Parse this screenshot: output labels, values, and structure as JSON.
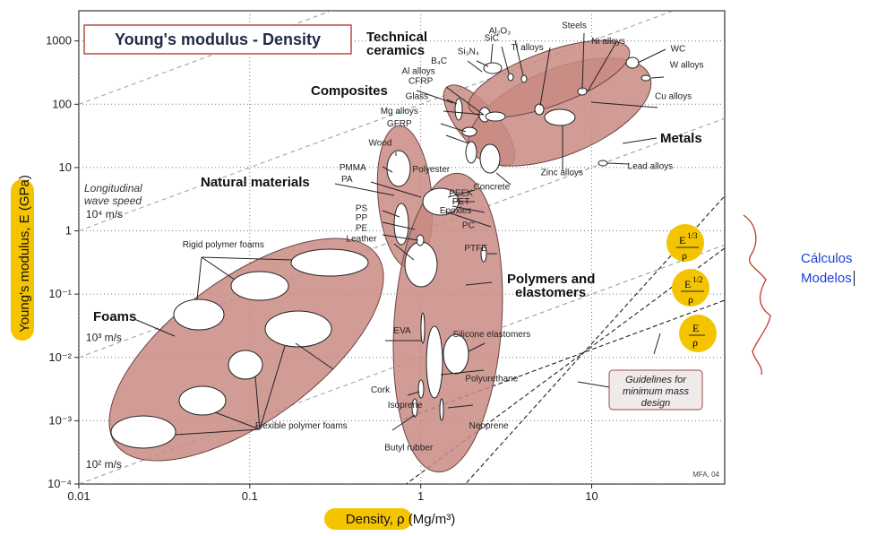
{
  "chart_data": {
    "type": "scatter",
    "title": "Young's modulus - Density",
    "xlabel": "Density, ρ (Mg/m³)",
    "ylabel": "Young's modulus, E (GPa)",
    "x_scale": "log",
    "y_scale": "log",
    "xlim": [
      0.01,
      60
    ],
    "ylim": [
      0.0001,
      3000
    ],
    "grid": true,
    "x_ticks": [
      "0.01",
      "0.1",
      "1",
      "10"
    ],
    "y_ticks": [
      "10⁻⁴",
      "10⁻³",
      "10⁻²",
      "10⁻¹",
      "1",
      "10",
      "100",
      "1000"
    ],
    "families": [
      {
        "name": "Foams",
        "color": "#c98b84"
      },
      {
        "name": "Natural materials",
        "color": "#c98b84"
      },
      {
        "name": "Polymers and elastomers",
        "color": "#c98b84"
      },
      {
        "name": "Composites",
        "color": "#c98b84"
      },
      {
        "name": "Technical ceramics",
        "color": "#c98b84"
      },
      {
        "name": "Metals",
        "color": "#c98b84"
      }
    ],
    "labels": [
      {
        "text": "Al₂O₃",
        "density": 2.9,
        "modulus": 1300
      },
      {
        "text": "Steels",
        "density": 7.9,
        "modulus": 1600
      },
      {
        "text": "SiC",
        "density": 2.6,
        "modulus": 1000
      },
      {
        "text": "Ni alloys",
        "density": 12.5,
        "modulus": 900
      },
      {
        "text": "Si₃N₄",
        "density": 1.9,
        "modulus": 620
      },
      {
        "text": "Ti alloys",
        "density": 4.2,
        "modulus": 720
      },
      {
        "text": "WC",
        "density": 32,
        "modulus": 680
      },
      {
        "text": "B₄C",
        "density": 1.28,
        "modulus": 440
      },
      {
        "text": "W alloys",
        "density": 36,
        "modulus": 380
      },
      {
        "text": "Al alloys",
        "density": 0.97,
        "modulus": 300
      },
      {
        "text": "CFRP",
        "density": 1.0,
        "modulus": 210
      },
      {
        "text": "Glass",
        "density": 0.95,
        "modulus": 120
      },
      {
        "text": "Cu alloys",
        "density": 30,
        "modulus": 120
      },
      {
        "text": "Mg alloys",
        "density": 0.75,
        "modulus": 70
      },
      {
        "text": "GFRP",
        "density": 0.75,
        "modulus": 45
      },
      {
        "text": "Wood",
        "density": 0.58,
        "modulus": 22
      },
      {
        "text": "PMMA",
        "density": 0.4,
        "modulus": 9
      },
      {
        "text": "Polyester",
        "density": 1.15,
        "modulus": 8.5
      },
      {
        "text": "Zinc alloys",
        "density": 6.7,
        "modulus": 7.5
      },
      {
        "text": "Lead alloys",
        "density": 22,
        "modulus": 9.5
      },
      {
        "text": "Concrete",
        "density": 2.6,
        "modulus": 4.5
      },
      {
        "text": "PA",
        "density": 0.37,
        "modulus": 5.9
      },
      {
        "text": "PEEK",
        "density": 1.72,
        "modulus": 3.6
      },
      {
        "text": "PET",
        "density": 1.72,
        "modulus": 2.6
      },
      {
        "text": "Epoxies",
        "density": 1.6,
        "modulus": 1.9
      },
      {
        "text": "PS",
        "density": 0.45,
        "modulus": 2.05
      },
      {
        "text": "PP",
        "density": 0.45,
        "modulus": 1.45
      },
      {
        "text": "PC",
        "density": 1.9,
        "modulus": 1.1
      },
      {
        "text": "PE",
        "density": 0.45,
        "modulus": 1.0
      },
      {
        "text": "Leather",
        "density": 0.45,
        "modulus": 0.68
      },
      {
        "text": "PTFE",
        "density": 2.1,
        "modulus": 0.48
      },
      {
        "text": "Rigid polymer foams",
        "density": 0.07,
        "modulus": 0.55
      },
      {
        "text": "EVA",
        "density": 0.78,
        "modulus": 0.024
      },
      {
        "text": "Silicone elastomers",
        "density": 2.6,
        "modulus": 0.021
      },
      {
        "text": "Cork",
        "density": 0.58,
        "modulus": 0.0028
      },
      {
        "text": "Polyurethane",
        "density": 2.6,
        "modulus": 0.0042
      },
      {
        "text": "Isoprene",
        "density": 0.81,
        "modulus": 0.0016
      },
      {
        "text": "Neoprene",
        "density": 2.5,
        "modulus": 0.00075
      },
      {
        "text": "Flexible polymer foams",
        "density": 0.2,
        "modulus": 0.00075
      },
      {
        "text": "Butyl rubber",
        "density": 0.85,
        "modulus": 0.00034
      }
    ],
    "speed_labels": [
      {
        "text": "10⁴ m/s",
        "density": 0.011,
        "modulus": 1.6
      },
      {
        "text": "10³ m/s",
        "density": 0.011,
        "modulus": 0.018
      },
      {
        "text": "10² m/s",
        "density": 0.011,
        "modulus": 0.00018
      }
    ],
    "speed_heading": "Longitudinal wave speed",
    "guidelines": [
      "E/ρ",
      "E^1/2/ρ",
      "E^1/3/ρ"
    ],
    "guidelines_note": "Guidelines for minimum mass design",
    "credit": "MFA, 04"
  },
  "side_notes": [
    "Cálculos",
    "Modelos"
  ]
}
